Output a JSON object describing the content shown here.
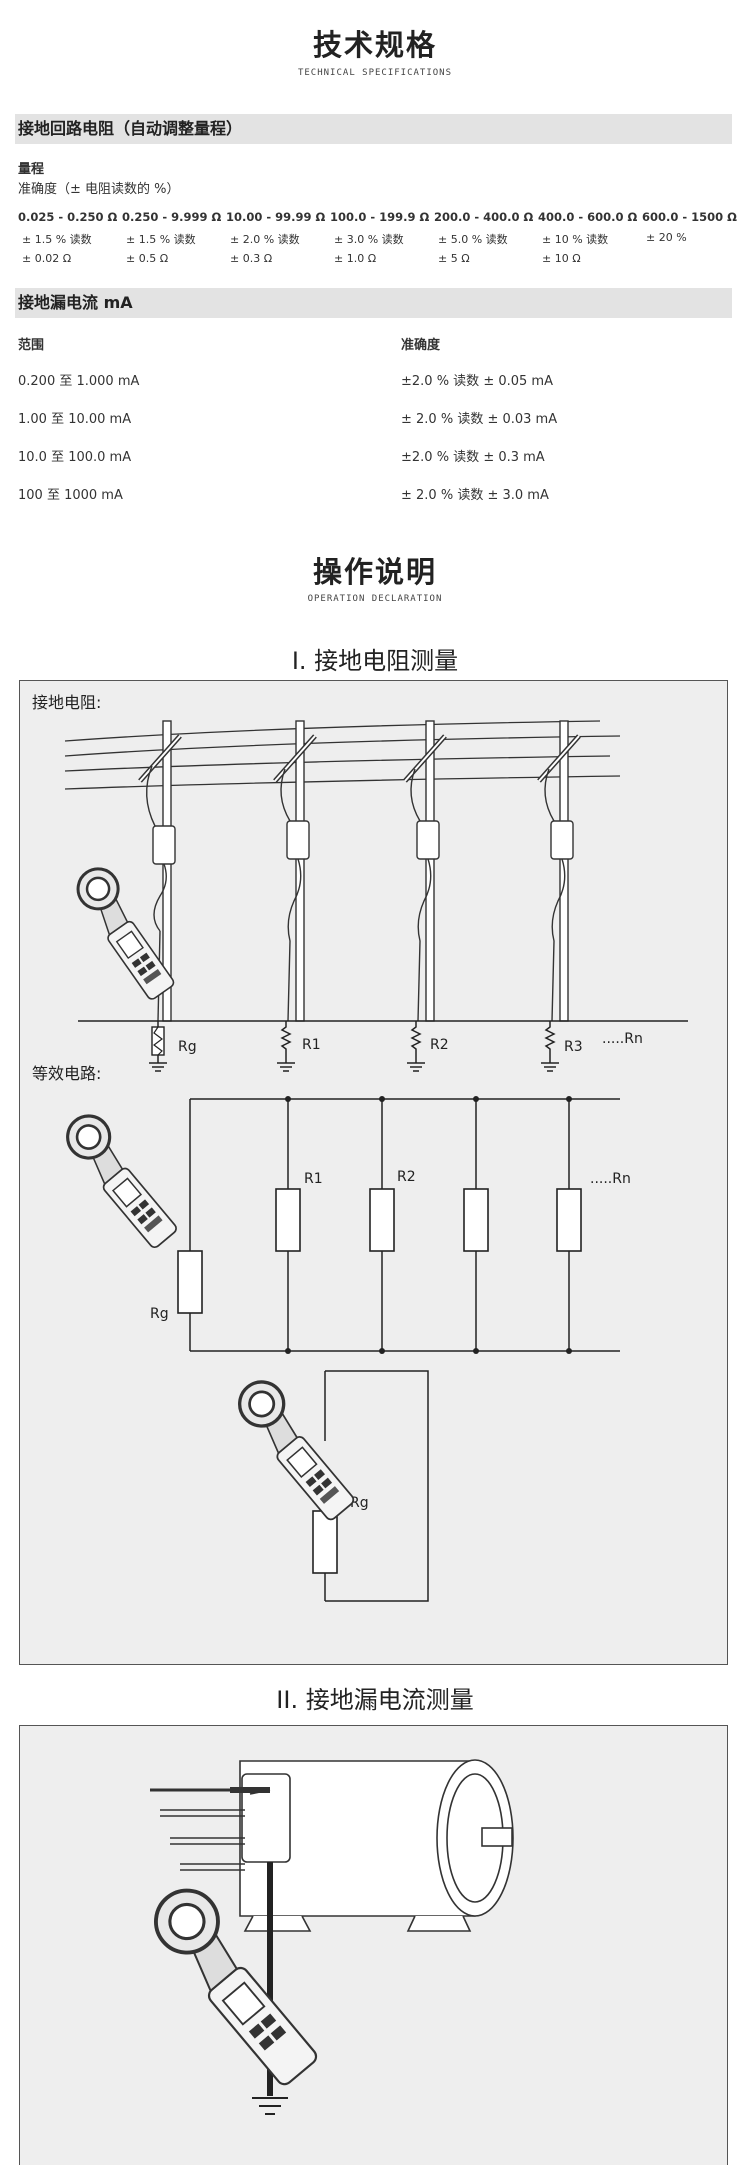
{
  "spec": {
    "title": "技术规格",
    "subtitle": "TECHNICAL SPECIFICATIONS"
  },
  "resistance": {
    "header": "接地回路电阻（自动调整量程）",
    "range_label": "量程",
    "accuracy_label": "准确度（± 电阻读数的 %）",
    "columns": [
      {
        "range": "0.025 - 0.250 Ω",
        "accuracy": "± 1.5 % 读数",
        "offset": "± 0.02 Ω"
      },
      {
        "range": "0.250 - 9.999 Ω",
        "accuracy": "± 1.5 % 读数",
        "offset": "± 0.5 Ω"
      },
      {
        "range": "10.00 - 99.99 Ω",
        "accuracy": "± 2.0 % 读数",
        "offset": "± 0.3 Ω"
      },
      {
        "range": "100.0 - 199.9 Ω",
        "accuracy": "± 3.0 % 读数",
        "offset": "± 1.0 Ω"
      },
      {
        "range": "200.0 - 400.0 Ω",
        "accuracy": "± 5.0 % 读数",
        "offset": "± 5 Ω"
      },
      {
        "range": "400.0 - 600.0 Ω",
        "accuracy": "± 10 % 读数",
        "offset": "± 10 Ω"
      },
      {
        "range": "600.0 - 1500 Ω",
        "accuracy": "± 20 %",
        "offset": ""
      }
    ]
  },
  "leakage": {
    "header": "接地漏电流 mA",
    "col_range": "范围",
    "col_accuracy": "准确度",
    "rows": [
      {
        "range": "0.200 至 1.000 mA",
        "accuracy": "±2.0 % 读数 ± 0.05 mA"
      },
      {
        "range": "1.00 至 10.00 mA",
        "accuracy": "± 2.0 % 读数 ± 0.03 mA"
      },
      {
        "range": "10.0 至 100.0 mA",
        "accuracy": "±2.0 % 读数 ± 0.3 mA"
      },
      {
        "range": "100 至 1000 mA",
        "accuracy": "± 2.0 % 读数 ± 3.0 mA"
      }
    ]
  },
  "operation": {
    "title": "操作说明",
    "subtitle": "OPERATION DECLARATION",
    "section1": "I. 接地电阻测量",
    "section2": "II. 接地漏电流测量"
  },
  "diagram1": {
    "ground_label": "接地电阻:",
    "equiv_label": "等效电路:",
    "resistors": [
      "Rg",
      "R1",
      "R2",
      "R3",
      ".....Rn"
    ],
    "equiv_resistors": [
      "R1",
      "R2",
      ".....Rn"
    ],
    "rg": "Rg"
  }
}
